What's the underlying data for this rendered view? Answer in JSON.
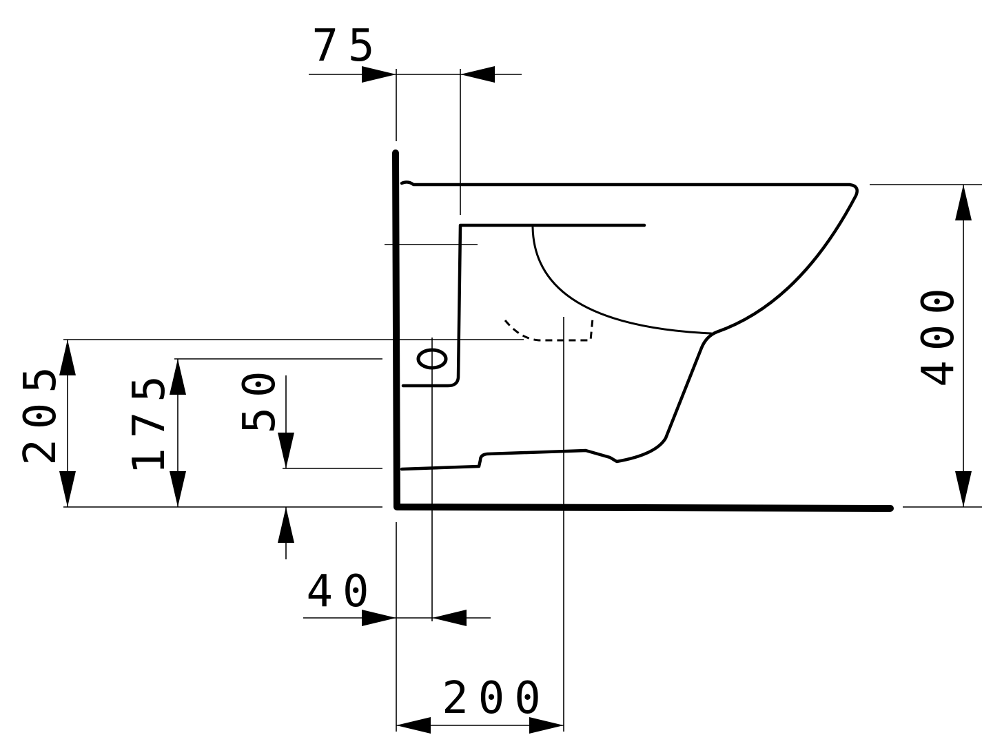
{
  "title": "Wall-hung toilet side view dimension drawing",
  "dimensions": {
    "top_offset": "75",
    "inlet_height": "205",
    "outlet_height": "175",
    "flange_height": "50",
    "total_height": "400",
    "outlet_offset": "40",
    "center_offset": "200"
  },
  "colors": {
    "line": "#000000",
    "background": "#ffffff"
  }
}
